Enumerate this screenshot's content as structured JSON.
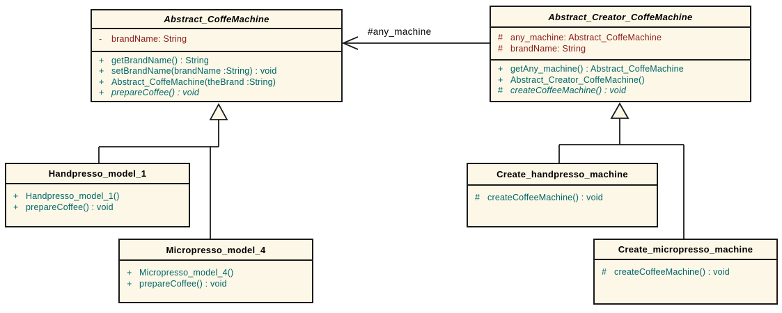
{
  "colors": {
    "class-fill": "#FCF7E6",
    "line": "#1A1A1A",
    "title-text": "#000000",
    "attribute-text": "#8B1A1A",
    "method-text": "#00666B",
    "label-text": "#000000"
  },
  "association": {
    "label": "#any_machine"
  },
  "classes": {
    "abstract_coffemachine": {
      "title": "Abstract_CoffeMachine",
      "attributes": [
        {
          "vis": "-",
          "text": "brandName: String"
        }
      ],
      "methods": [
        {
          "vis": "+",
          "text": "getBrandName() : String"
        },
        {
          "vis": "+",
          "text": "setBrandName(brandName :String) : void"
        },
        {
          "vis": "+",
          "text": "Abstract_CoffeMachine(theBrand :String)"
        },
        {
          "vis": "+",
          "text": "prepareCoffee() : void"
        }
      ]
    },
    "abstract_creator_coffemachine": {
      "title": "Abstract_Creator_CoffeMachine",
      "attributes": [
        {
          "vis": "#",
          "text": "any_machine: Abstract_CoffeMachine"
        },
        {
          "vis": "#",
          "text": "brandName: String"
        }
      ],
      "methods": [
        {
          "vis": "+",
          "text": "getAny_machine() : Abstract_CoffeMachine"
        },
        {
          "vis": "+",
          "text": "Abstract_Creator_CoffeMachine()"
        },
        {
          "vis": "#",
          "text": "createCoffeeMachine() : void"
        }
      ]
    },
    "handpresso_model_1": {
      "title": "Handpresso_model_1",
      "methods": [
        {
          "vis": "+",
          "text": "Handpresso_model_1()"
        },
        {
          "vis": "+",
          "text": "prepareCoffee() : void"
        }
      ]
    },
    "micropresso_model_4": {
      "title": "Micropresso_model_4",
      "methods": [
        {
          "vis": "+",
          "text": "Micropresso_model_4()"
        },
        {
          "vis": "+",
          "text": "prepareCoffee() : void"
        }
      ]
    },
    "create_handpresso_machine": {
      "title": "Create_handpresso_machine",
      "methods": [
        {
          "vis": "#",
          "text": "createCoffeeMachine() : void"
        }
      ]
    },
    "create_micropresso_machine": {
      "title": "Create_micropresso_machine",
      "methods": [
        {
          "vis": "#",
          "text": "createCoffeeMachine() : void"
        }
      ]
    }
  }
}
